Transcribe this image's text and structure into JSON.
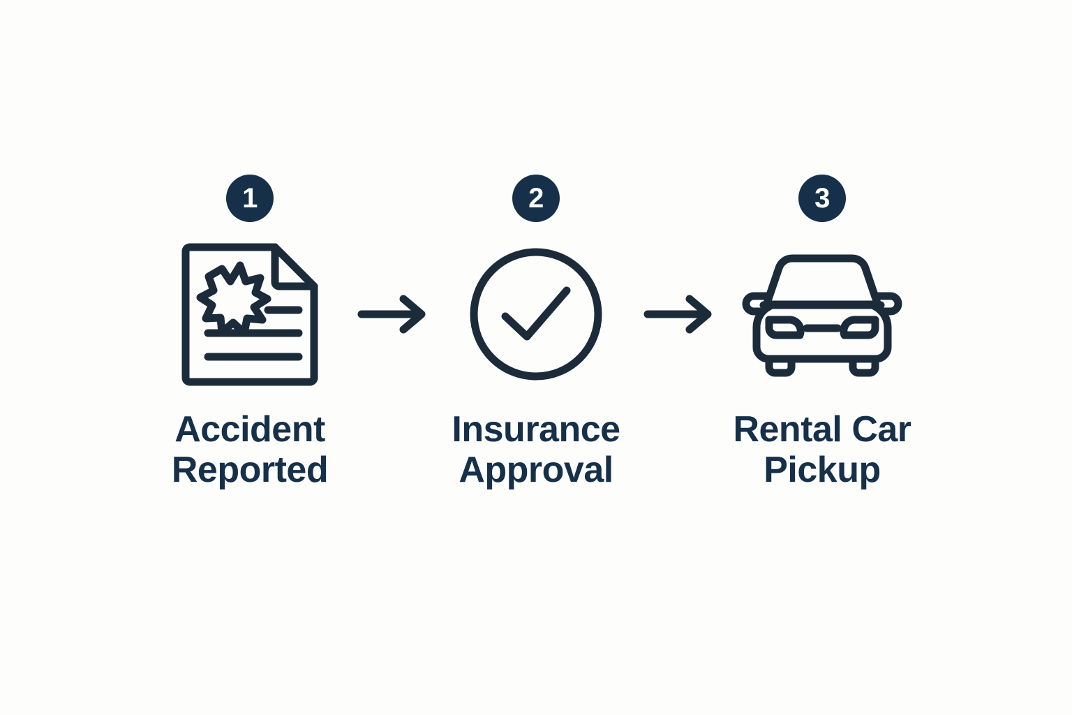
{
  "canvas": {
    "background_color": "#fdfdfb",
    "ink_color": "#1b2b3a",
    "accent_color": "#17304a",
    "badge_text_color": "#ffffff"
  },
  "diagram": {
    "type": "process-flow",
    "orientation": "horizontal",
    "step_count": 3,
    "connector": "arrow-right"
  },
  "steps": [
    {
      "number": "1",
      "label_line1": "Accident",
      "label_line2": "Reported",
      "label": "Accident\nReported",
      "icon": "accident-report-document-icon"
    },
    {
      "number": "2",
      "label_line1": "Insurance",
      "label_line2": "Approval",
      "label": "Insurance\nApproval",
      "icon": "check-circle-icon"
    },
    {
      "number": "3",
      "label_line1": "Rental Car",
      "label_line2": "Pickup",
      "label": "Rental Car\nPickup",
      "icon": "car-front-icon"
    }
  ],
  "connectors": [
    {
      "icon": "arrow-right-icon",
      "from": "1",
      "to": "2"
    },
    {
      "icon": "arrow-right-icon",
      "from": "2",
      "to": "3"
    }
  ]
}
